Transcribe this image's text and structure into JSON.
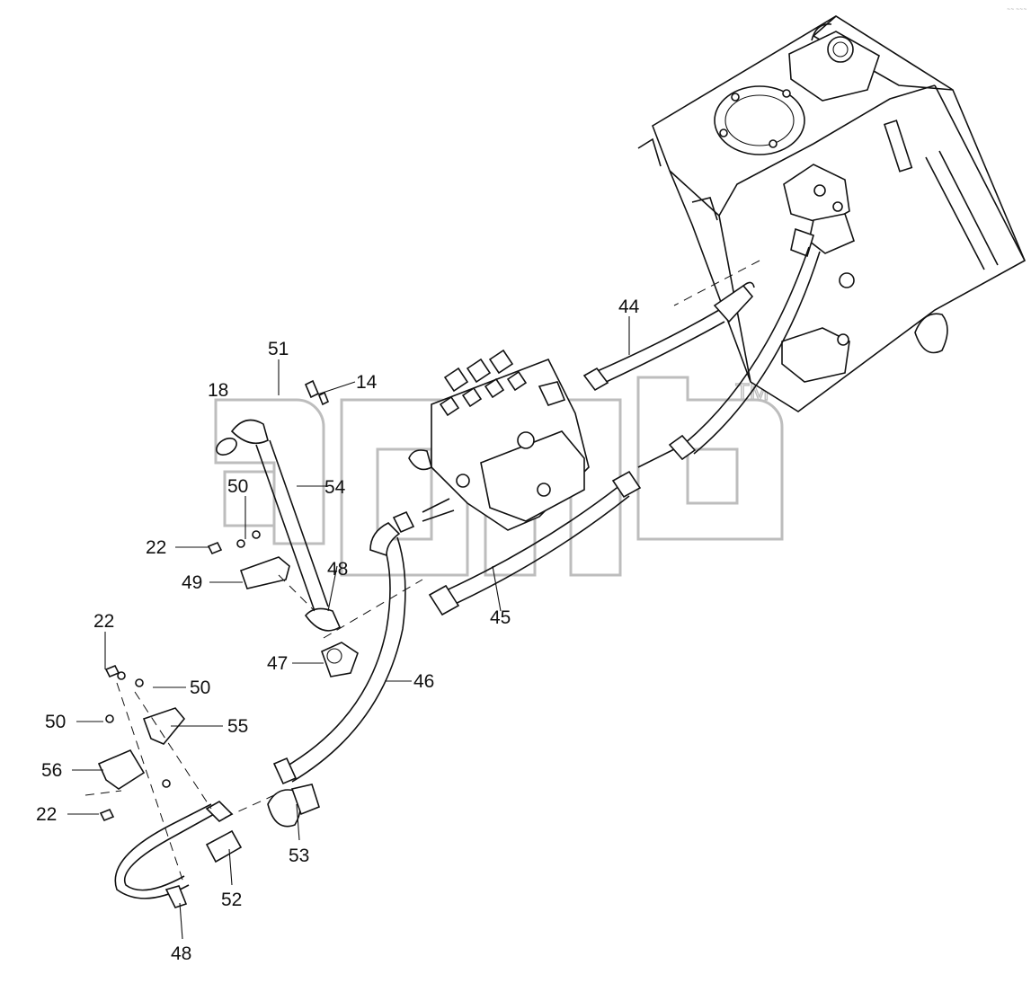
{
  "callouts": [
    {
      "label": "44",
      "id": "44"
    },
    {
      "label": "45",
      "id": "45"
    },
    {
      "label": "46",
      "id": "46"
    },
    {
      "label": "47",
      "id": "47"
    },
    {
      "label": "48",
      "id": "48-upper"
    },
    {
      "label": "48",
      "id": "48-lower"
    },
    {
      "label": "49",
      "id": "49"
    },
    {
      "label": "50",
      "id": "50-upper"
    },
    {
      "label": "50",
      "id": "50-right"
    },
    {
      "label": "50",
      "id": "50-left"
    },
    {
      "label": "51",
      "id": "51"
    },
    {
      "label": "52",
      "id": "52"
    },
    {
      "label": "53",
      "id": "53"
    },
    {
      "label": "54",
      "id": "54"
    },
    {
      "label": "55",
      "id": "55"
    },
    {
      "label": "56",
      "id": "56"
    },
    {
      "label": "18",
      "id": "18"
    },
    {
      "label": "14",
      "id": "14"
    },
    {
      "label": "22",
      "id": "22-upper"
    },
    {
      "label": "22",
      "id": "22-middle"
    },
    {
      "label": "22",
      "id": "22-lower"
    }
  ],
  "watermark": {
    "tm": "TM"
  },
  "corner_mark": "~~ ~~~"
}
